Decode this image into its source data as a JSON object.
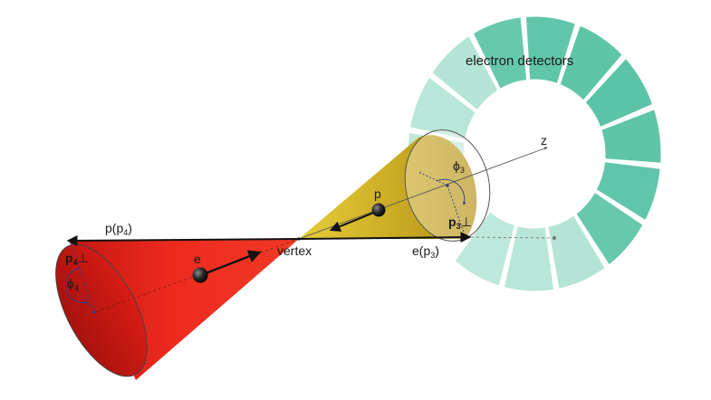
{
  "labels": {
    "detectors": "electron detectors",
    "z_axis": "z",
    "vertex": "vertex",
    "proton": "p",
    "electron": "e",
    "proton_momentum": "p(p",
    "proton_momentum_sub": "4",
    "electron_momentum": "e(p",
    "electron_momentum_sub": "3",
    "close_paren": ")",
    "p3_perp": "p",
    "p3_perp_sub": "3",
    "p4_perp": "p",
    "p4_perp_sub": "4",
    "perp_symbol": "⊥",
    "phi3": "ϕ",
    "phi3_sub": "3",
    "phi4": "ϕ",
    "phi4_sub": "4"
  },
  "colors": {
    "detector_fill": "#5cc4a6",
    "detector_fill_light": "#a8e0cf",
    "red_cone": "#e8221b",
    "red_cone_dark": "#b51410",
    "yellow_cone": "#c9a91d",
    "yellow_cone_light": "#e3c640",
    "axis": "#222222",
    "dashed": "#2c3b8f"
  }
}
